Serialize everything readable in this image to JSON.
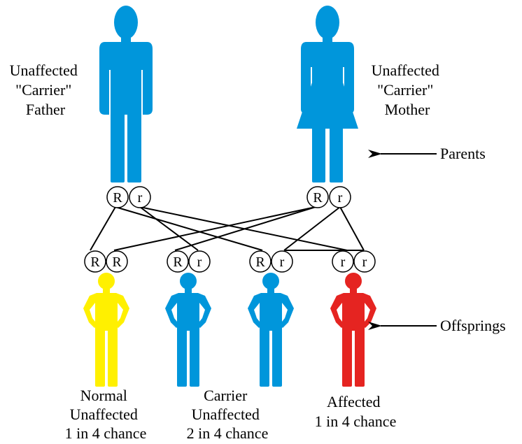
{
  "colors": {
    "carrier": "#0096DB",
    "normal": "#FFF000",
    "affected": "#E52421",
    "ink": "#000000",
    "background": "#FFFFFF"
  },
  "parents": {
    "father": {
      "label": [
        "Unaffected",
        "\"Carrier\"",
        "Father"
      ],
      "alleles": [
        "R",
        "r"
      ]
    },
    "mother": {
      "label": [
        "Unaffected",
        "\"Carrier\"",
        "Mother"
      ],
      "alleles": [
        "R",
        "r"
      ]
    },
    "pointer_label": "Parents"
  },
  "offspring": {
    "pointer_label": "Offsprings",
    "children": [
      {
        "alleles": [
          "R",
          "R"
        ],
        "status": "normal"
      },
      {
        "alleles": [
          "R",
          "r"
        ],
        "status": "carrier"
      },
      {
        "alleles": [
          "R",
          "r"
        ],
        "status": "carrier"
      },
      {
        "alleles": [
          "r",
          "r"
        ],
        "status": "affected"
      }
    ],
    "captions": [
      {
        "lines": [
          "Normal",
          "Unaffected",
          "1 in 4 chance"
        ]
      },
      {
        "lines": [
          "Carrier",
          "Unaffected",
          "2 in 4 chance"
        ]
      },
      {
        "lines": [
          "Affected",
          "1 in 4 chance"
        ]
      }
    ]
  }
}
